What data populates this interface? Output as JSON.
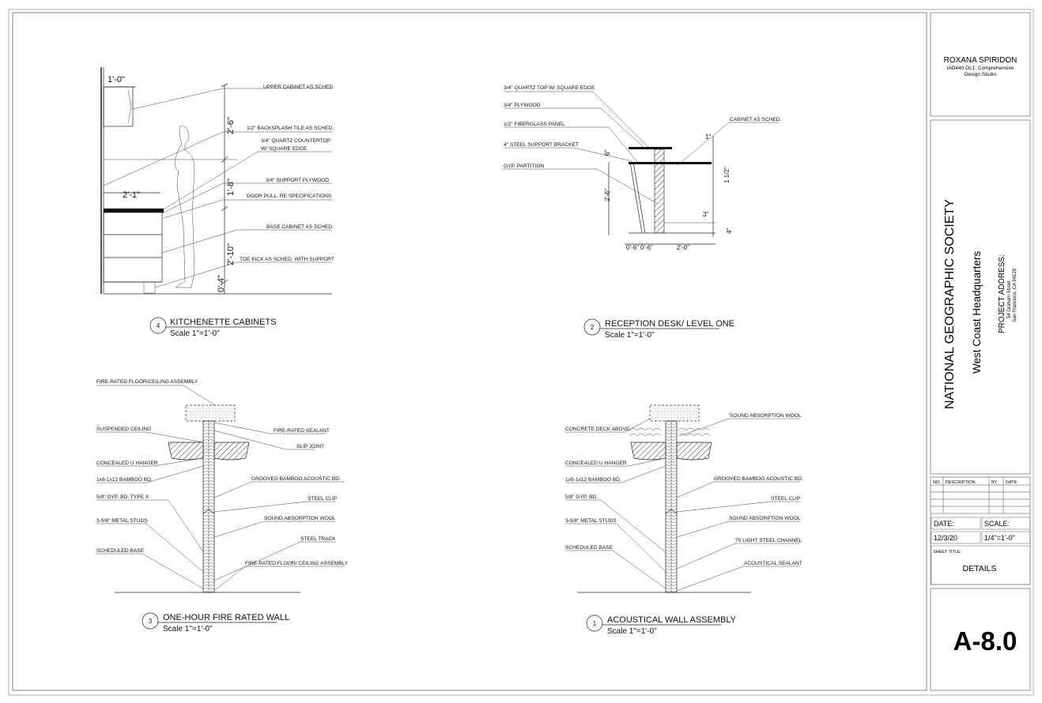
{
  "title_block": {
    "designer": "ROXANA SPIRIDON",
    "course_line1": "IAD440 OL1: Comprehensive",
    "course_line2": "Design Studio",
    "client": "NATIONAL GEOGRAPHIC SOCIETY",
    "project": "West Coast Headquarters",
    "address_label": "PROJECT ADDRESS:",
    "address_line1": "54 Graham Street",
    "address_line2": "San Francisco, CA 94129",
    "revision_headers": [
      "NO.",
      "DESCRIPTION",
      "BY",
      "DATE"
    ],
    "date_label": "DATE:",
    "scale_label": "SCALE:",
    "date_value": "12/3/20",
    "scale_value": "1/4\"=1'-0\"",
    "sheet_title_label": "SHEET TITLE:",
    "sheet_title": "DETAILS",
    "sheet_number": "A-8.0"
  },
  "details": {
    "kitchenette": {
      "number": "4",
      "title": "KITCHENETTE CABINETS",
      "scale": "Scale 1\"=1'-0\"",
      "dims": [
        "1'-0\"",
        "2'-6\"",
        "1'-8\"",
        "2'-10\"",
        "0'-4\"",
        "2'-1\""
      ],
      "labels": [
        "UPPER CABINET AS SCHED.",
        "1/2\" BACKSPLASH TILE AS SCHED.",
        "3/4\" QUARTZ COUNTERTOP",
        "W/ SQUARE EDGE",
        "3/4\" SUPPORT PLYWOOD",
        "DOOR PULL, RE:SPECIFICATIONS",
        "BASE CABINET AS SCHED.",
        "TOE KICK AS SCHED. WITH SUPPORT"
      ]
    },
    "reception": {
      "number": "2",
      "title": "RECEPTION DESK/ LEVEL ONE",
      "scale": "Scale 1\"=1'-0\"",
      "dims": [
        "1\"",
        "1 1/2\"",
        "3\"",
        "4\"",
        "6\"",
        "2'-6\"",
        "0'-6\"",
        "0'-6\"",
        "2'-0\""
      ],
      "labels": [
        "3/4\" QUARTZ TOP W/ SQUARE EDGE",
        "3/4\" PLYWOOD",
        "1/2\" FIBERGLASS PANEL",
        "4\" STEEL SUPPORT BRACKET",
        "GYP. PARTITION",
        "CABINET AS SCHED."
      ]
    },
    "fire_wall": {
      "number": "3",
      "title": "ONE-HOUR FIRE RATED WALL",
      "scale": "Scale 1\"=1'-0\"",
      "labels_left": [
        "FIRE-RATED FLOOR/CEILING ASSEMBLY",
        "SUSPENDED CEILING",
        "CONCEALED U HANGER",
        "1x6-1x12 BAMBOO BD.",
        "5/8\" GYP. BD. TYPE X",
        "3-5/8\" METAL STUDS",
        "SCHEDULED BASE"
      ],
      "labels_right": [
        "FIRE-RATED SEALANT",
        "SLIP  JOINT",
        "GROOVED BAMBOO ACOUSTIC BD.",
        "STEEL CLIP",
        "SOUND ABSORPTION WOOL",
        "STEEL TRACK",
        "FIRE-RATED FLOOR/ CEILING ASSEMBLY"
      ]
    },
    "acoustical": {
      "number": "1",
      "title": "ACOUSTICAL WALL ASSEMBLY",
      "scale": "Scale 1\"=1'-0\"",
      "labels_left": [
        "CONCRETE DECK ABOVE",
        "CONCEALED U HANGER",
        "1x6-1x12 BAMBOO BD.",
        "5/8\" GYP. BD.",
        "3-5/8\" METAL STUDS",
        "SCHEDULED BASE"
      ],
      "labels_right": [
        "SOUND ABSORPTION WOOL",
        "GROOVED BAMBOO ACOUSTIC BD.",
        "STEEL CLIP",
        "SOUND ABSORPTION WOOL",
        "75 LIGHT STEEL CHANNEL",
        "ACOUSTICAL SEALANT"
      ]
    }
  }
}
